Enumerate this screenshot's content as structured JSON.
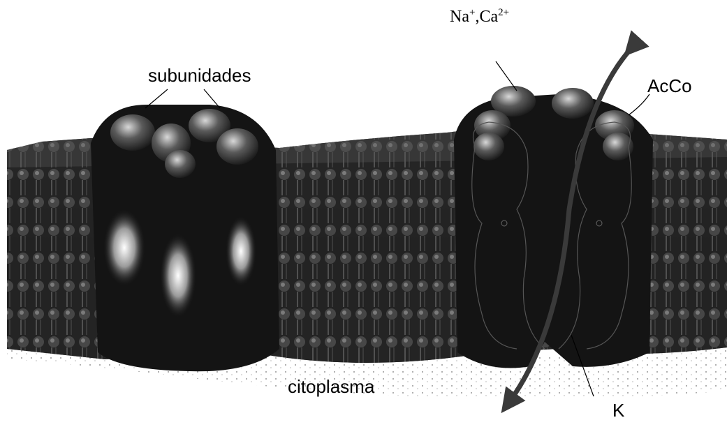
{
  "labels": {
    "ions_main": "Na",
    "ions_sup1": "+",
    "ions_sep": ",Ca",
    "ions_sup2": "2+",
    "subunits": "subunidades",
    "acco": "AcCo",
    "cytoplasm": "citoplasma",
    "k": "K"
  }
}
